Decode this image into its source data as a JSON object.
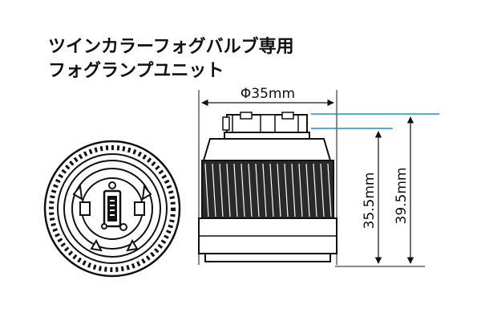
{
  "title": {
    "line1": "ツインカラーフォグバルブ専用",
    "line2": "フォグランプユニット"
  },
  "dimensions": {
    "diameter": "Φ35mm",
    "height_short": "35.5mm",
    "height_long": "39.5mm"
  },
  "colors": {
    "line": "#111111",
    "guide": "#1a8fd6",
    "body": "#2a2a2a"
  }
}
